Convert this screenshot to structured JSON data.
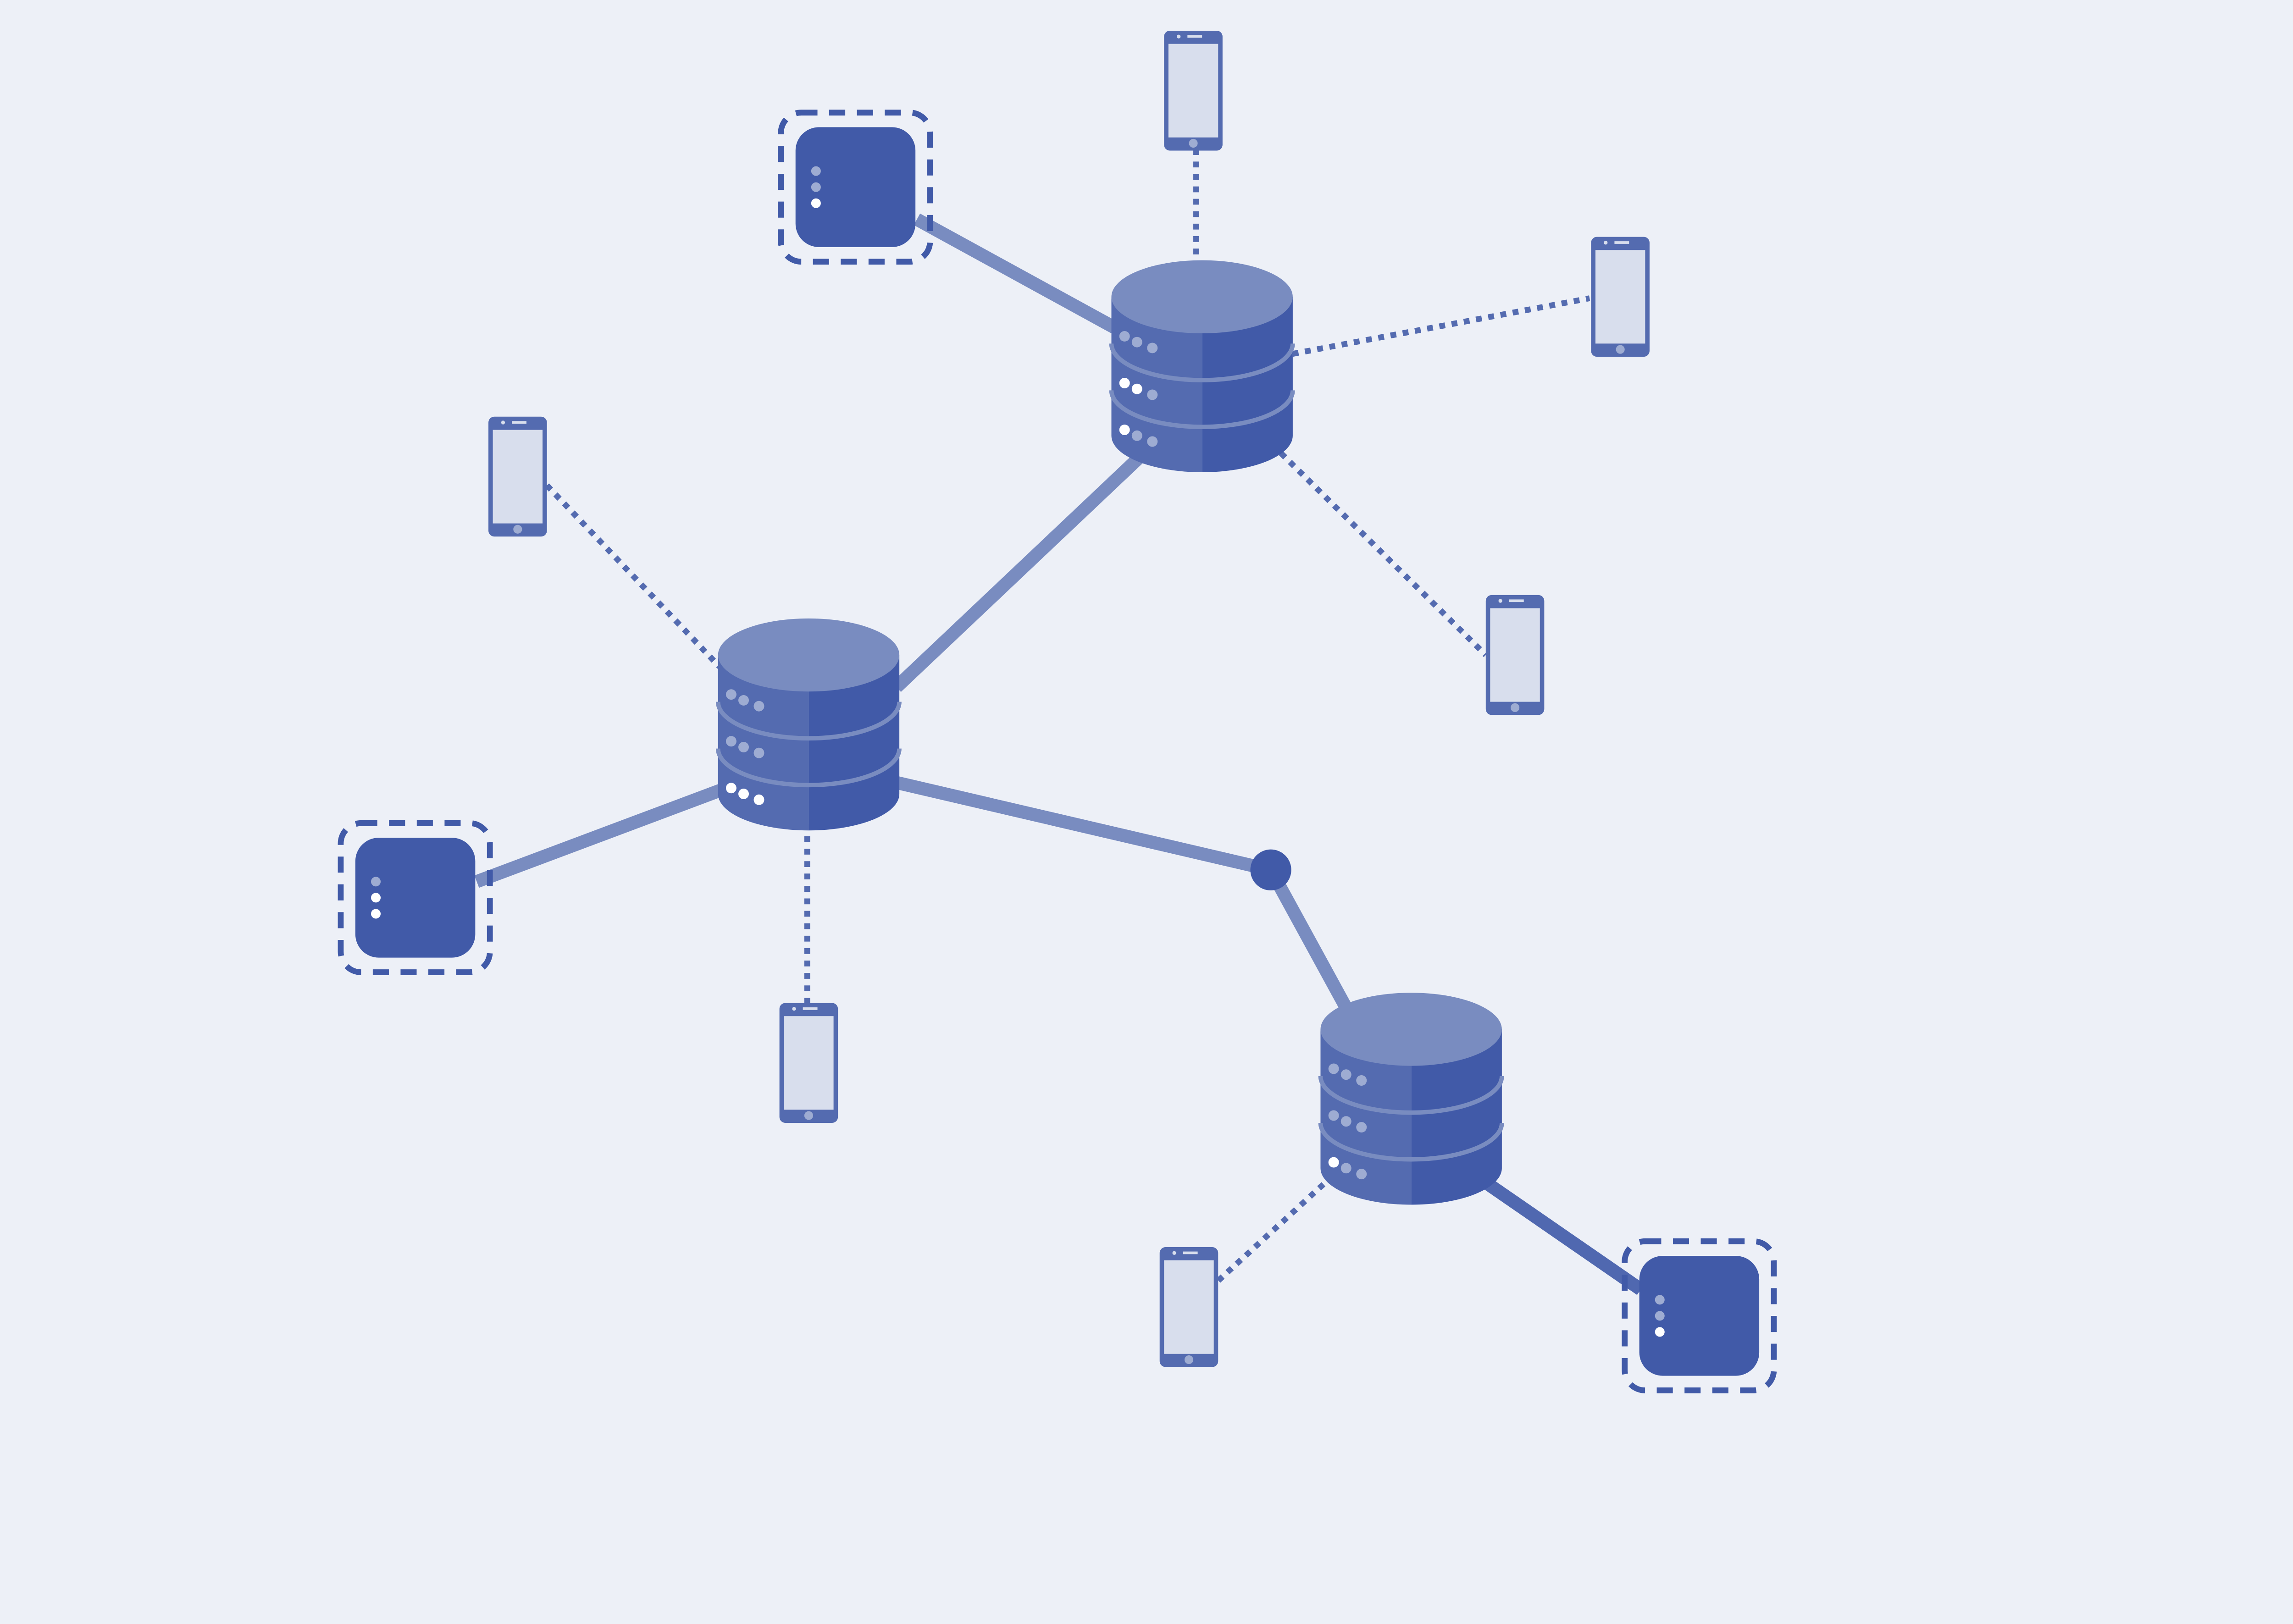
{
  "diagram": {
    "colors": {
      "background": "#edf0f7",
      "db_top": "#798cc0",
      "db_left": "#546bb0",
      "db_right": "#415aa8",
      "link_solid": "#798cc0",
      "link_solid_dark": "#5068b0",
      "link_dotted": "#546bb0",
      "server": "#415aa8",
      "phone_body": "#546bb0",
      "phone_screen": "#d8deed",
      "light_on": "#ffffff",
      "light_off": "#9eacd2"
    },
    "databases": [
      {
        "id": "db-top",
        "status_lights": [
          [
            false,
            false,
            false
          ],
          [
            true,
            true,
            false
          ],
          [
            true,
            false,
            false
          ]
        ]
      },
      {
        "id": "db-middle",
        "status_lights": [
          [
            false,
            false,
            false
          ],
          [
            false,
            false,
            false
          ],
          [
            true,
            true,
            true
          ]
        ]
      },
      {
        "id": "db-bottom",
        "status_lights": [
          [
            false,
            false,
            false
          ],
          [
            false,
            false,
            false
          ],
          [
            true,
            false,
            false
          ]
        ]
      }
    ],
    "servers": [
      {
        "id": "server-top",
        "status_lights": [
          false,
          false,
          true
        ]
      },
      {
        "id": "server-left",
        "status_lights": [
          false,
          true,
          true
        ]
      },
      {
        "id": "server-bottom",
        "status_lights": [
          false,
          false,
          true
        ]
      }
    ],
    "phones": [
      "phone-1",
      "phone-2",
      "phone-3",
      "phone-4",
      "phone-5",
      "phone-6"
    ]
  }
}
